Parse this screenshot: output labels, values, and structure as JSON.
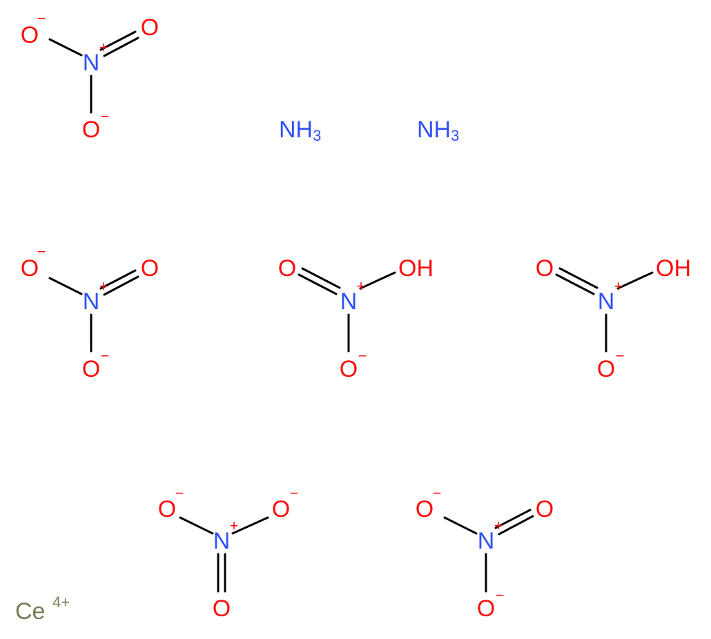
{
  "colors": {
    "oxygen": "#ff0d0d",
    "nitrogen": "#3050f8",
    "cerium": "#7a7a57",
    "bond": "#000000",
    "background": "#ffffff"
  },
  "fragments": {
    "nitrate_1": {
      "o_left": "O",
      "o_left_charge": "−",
      "n": "N",
      "n_charge": "+",
      "o_double": "O",
      "o_bottom": "O",
      "o_bottom_charge": "−"
    },
    "nitrate_2": {
      "o_left": "O",
      "o_left_charge": "−",
      "n": "N",
      "n_charge": "+",
      "o_double": "O",
      "o_bottom": "O",
      "o_bottom_charge": "−"
    },
    "nitric_acid_1": {
      "o_double": "O",
      "n": "N",
      "n_charge": "+",
      "oh": "OH",
      "o_bottom": "O",
      "o_bottom_charge": "−"
    },
    "nitric_acid_2": {
      "o_double": "O",
      "n": "N",
      "n_charge": "+",
      "oh": "OH",
      "o_bottom": "O",
      "o_bottom_charge": "−"
    },
    "nitrate_3": {
      "o_left": "O",
      "o_left_charge": "−",
      "n": "N",
      "n_charge": "+",
      "o_right": "O",
      "o_right_charge": "−",
      "o_double": "O"
    },
    "nitrate_4": {
      "o_left": "O",
      "o_left_charge": "−",
      "n": "N",
      "n_charge": "+",
      "o_double": "O",
      "o_bottom": "O",
      "o_bottom_charge": "−"
    }
  },
  "ammonia_1": {
    "symbol": "NH",
    "subscript": "3"
  },
  "ammonia_2": {
    "symbol": "NH",
    "subscript": "3"
  },
  "cerium": {
    "symbol": "Ce",
    "charge": "4+"
  }
}
